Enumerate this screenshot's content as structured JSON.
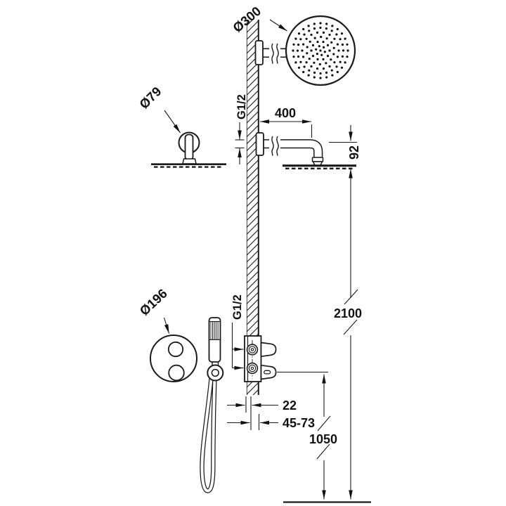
{
  "diagram": {
    "kind": "shower-system-installation-dimension-drawing",
    "labels": {
      "overhead_shower_diameter": "Ø300",
      "arm_escutcheon_diameter": "Ø79",
      "thermostat_plate_diameter": "Ø196",
      "arm_thread": "G1/2",
      "valve_thread": "G1/2",
      "arm_length": "400",
      "head_drop": "92",
      "total_height": "2100",
      "valve_height": "1050",
      "wall_offset": "22",
      "rough_in_depth_range": "45-73"
    },
    "colors": {
      "line": "#1a1a1a",
      "background": "#ffffff"
    }
  }
}
